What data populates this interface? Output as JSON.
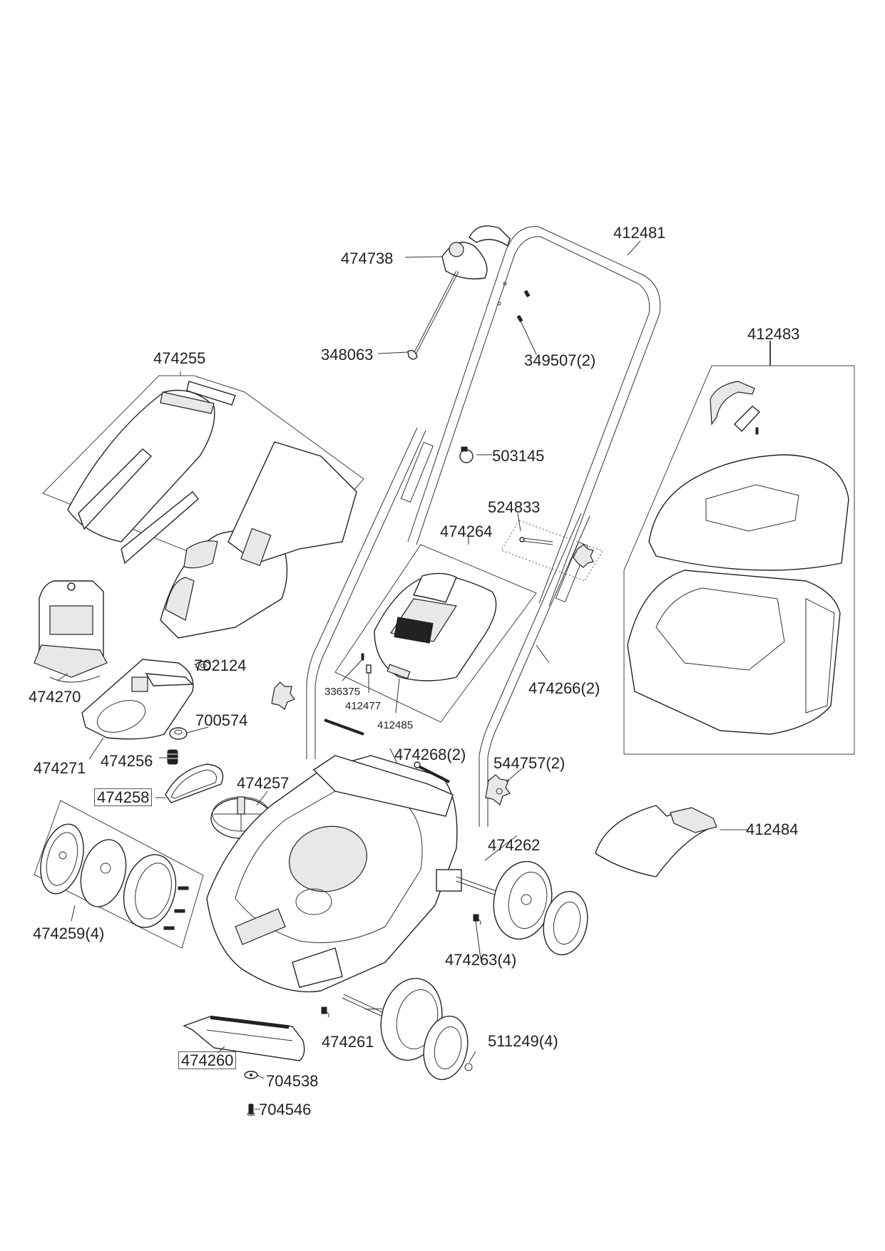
{
  "diagram": {
    "title": "Lawn mower exploded parts diagram",
    "parts": [
      {
        "id": "474738",
        "label": "474738",
        "description": "switch box / handle control",
        "boxed": false
      },
      {
        "id": "412481",
        "label": "412481",
        "description": "upper handle",
        "boxed": false
      },
      {
        "id": "348063",
        "label": "348063",
        "description": "cable clip",
        "boxed": false
      },
      {
        "id": "349507",
        "label": "349507(2)",
        "description": "screw",
        "quantity": 2,
        "boxed": false
      },
      {
        "id": "412483",
        "label": "412483",
        "description": "grass box assembly",
        "boxed": false
      },
      {
        "id": "474255",
        "label": "474255",
        "description": "motor cover assembly",
        "boxed": false
      },
      {
        "id": "503145",
        "label": "503145",
        "description": "cable clamp",
        "boxed": false
      },
      {
        "id": "524833",
        "label": "524833",
        "description": "handle bolt",
        "boxed": false
      },
      {
        "id": "474264",
        "label": "474264",
        "description": "battery cover assembly",
        "boxed": false
      },
      {
        "id": "702124",
        "label": "702124",
        "description": "washer",
        "boxed": false
      },
      {
        "id": "474270",
        "label": "474270",
        "description": "motor",
        "boxed": false
      },
      {
        "id": "336375",
        "label": "336375",
        "description": "screw",
        "boxed": false
      },
      {
        "id": "412477",
        "label": "412477",
        "description": "pin",
        "boxed": false
      },
      {
        "id": "412485",
        "label": "412485",
        "description": "spring",
        "boxed": false
      },
      {
        "id": "474266",
        "label": "474266(2)",
        "description": "lower handle",
        "quantity": 2,
        "boxed": false
      },
      {
        "id": "474271",
        "label": "474271",
        "description": "motor mount",
        "boxed": false
      },
      {
        "id": "700574",
        "label": "700574",
        "description": "bearing",
        "boxed": false
      },
      {
        "id": "474256",
        "label": "474256",
        "description": "pulley spring",
        "boxed": false
      },
      {
        "id": "474268",
        "label": "474268(2)",
        "description": "handle bolt",
        "quantity": 2,
        "boxed": false
      },
      {
        "id": "544757",
        "label": "544757(2)",
        "description": "handle knob",
        "quantity": 2,
        "boxed": false
      },
      {
        "id": "474258",
        "label": "474258",
        "description": "drive belt",
        "boxed": true
      },
      {
        "id": "474257",
        "label": "474257",
        "description": "blade pulley",
        "boxed": false
      },
      {
        "id": "412484",
        "label": "412484",
        "description": "rear flap",
        "boxed": false
      },
      {
        "id": "474262",
        "label": "474262",
        "description": "rear axle",
        "boxed": false
      },
      {
        "id": "474259",
        "label": "474259(4)",
        "description": "wheel assembly",
        "quantity": 4,
        "boxed": false
      },
      {
        "id": "474263",
        "label": "474263(4)",
        "description": "height adjust spring",
        "quantity": 4,
        "boxed": false
      },
      {
        "id": "474261",
        "label": "474261",
        "description": "front axle",
        "boxed": false
      },
      {
        "id": "511249",
        "label": "511249(4)",
        "description": "circlip",
        "quantity": 4,
        "boxed": false
      },
      {
        "id": "474260",
        "label": "474260",
        "description": "blade",
        "boxed": true
      },
      {
        "id": "704538",
        "label": "704538",
        "description": "blade washer",
        "boxed": false
      },
      {
        "id": "704546",
        "label": "704546",
        "description": "blade bolt",
        "boxed": false
      }
    ]
  }
}
